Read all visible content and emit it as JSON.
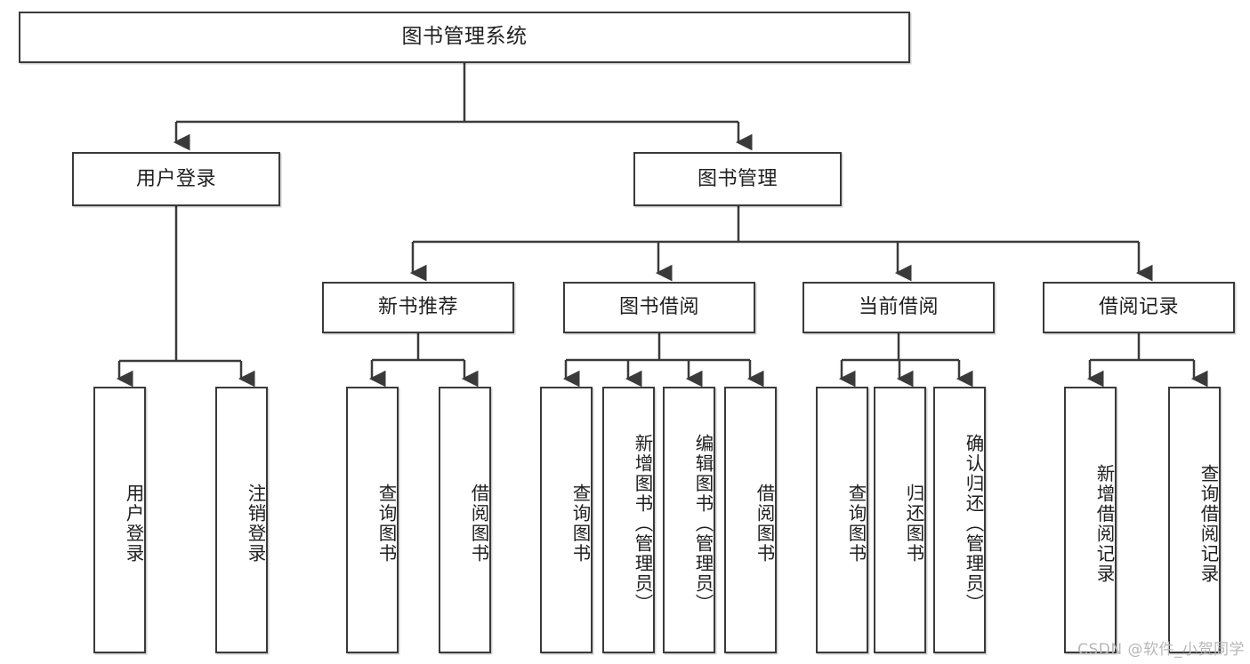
{
  "diagram": {
    "title": "图书管理系统",
    "type": "hierarchy-tree",
    "line_color": "#3a3a3a",
    "box_fill": "#ffffff",
    "text_color": "#202020",
    "levels": 4
  },
  "root": {
    "label": "图书管理系统"
  },
  "level2": [
    {
      "label": "用户登录"
    },
    {
      "label": "图书管理"
    }
  ],
  "level3": [
    {
      "label": "新书推荐"
    },
    {
      "label": "图书借阅"
    },
    {
      "label": "当前借阅"
    },
    {
      "label": "借阅记录"
    }
  ],
  "leaves": {
    "user_login": [
      {
        "label": "用户登录"
      },
      {
        "label": "注销登录"
      }
    ],
    "new_book_recommend": [
      {
        "label": "查询图书"
      },
      {
        "label": "借阅图书"
      }
    ],
    "book_borrow": [
      {
        "label": "查询图书"
      },
      {
        "label": "新增图书（管理员）"
      },
      {
        "label": "编辑图书（管理员）"
      },
      {
        "label": "借阅图书"
      }
    ],
    "current_borrow": [
      {
        "label": "查询图书"
      },
      {
        "label": "归还图书"
      },
      {
        "label": "确认归还（管理员）"
      }
    ],
    "borrow_record": [
      {
        "label": "新增借阅记录"
      },
      {
        "label": "查询借阅记录"
      }
    ]
  },
  "watermark": {
    "text": "CSDN @软件_小贺同学"
  }
}
